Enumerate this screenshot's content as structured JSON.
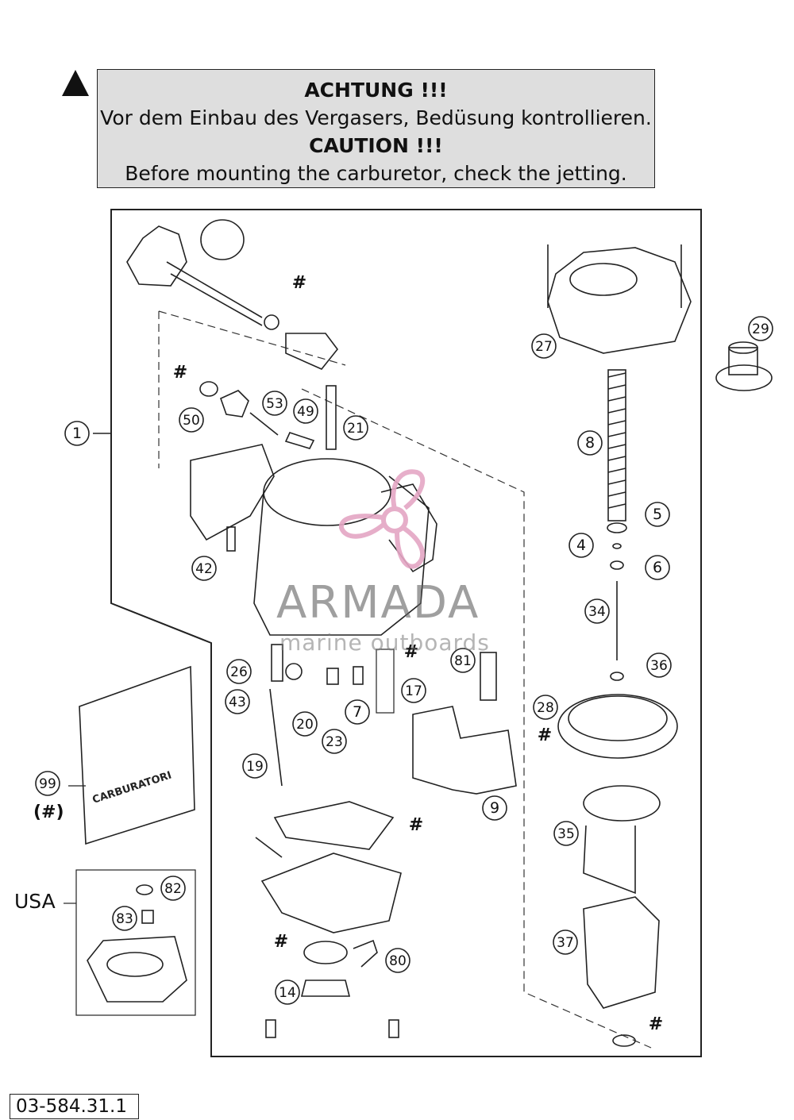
{
  "warning": {
    "title_de": "ACHTUNG !!!",
    "text_de": "Vor dem Einbau des Vergasers, Bedüsung kontrollieren.",
    "title_en": "CAUTION !!!",
    "text_en": "Before mounting the carburetor, check the jetting."
  },
  "callouts": [
    "1",
    "4",
    "5",
    "6",
    "7",
    "8",
    "9",
    "14",
    "17",
    "19",
    "20",
    "21",
    "23",
    "26",
    "27",
    "28",
    "29",
    "34",
    "35",
    "36",
    "37",
    "42",
    "43",
    "49",
    "50",
    "53",
    "80",
    "81",
    "82",
    "83",
    "99"
  ],
  "hash_mark": "#",
  "kit_note": "(#)",
  "kit_bag_text": "CARBURATORI",
  "usa_label": "USA",
  "doc_number": "03-584.31.1",
  "watermark": {
    "name": "ARMADA",
    "tagline": "marine outboards",
    "color": "#e4a6c4"
  }
}
